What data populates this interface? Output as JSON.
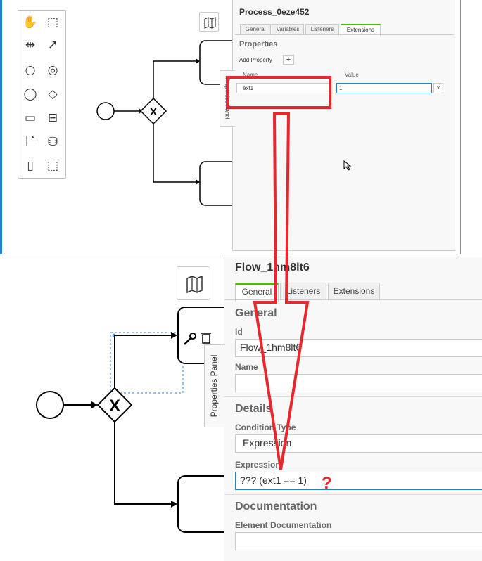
{
  "top": {
    "palette_icons": [
      "hand-tool-icon",
      "lasso-tool-icon",
      "space-tool-icon",
      "global-connect-icon",
      "start-event-icon",
      "intermediate-event-icon",
      "end-event-icon",
      "gateway-icon",
      "task-icon",
      "subprocess-icon",
      "data-object-icon",
      "data-store-icon",
      "pool-icon",
      "group-icon"
    ],
    "panel": {
      "title": "Process_0eze452",
      "tabs": [
        "General",
        "Variables",
        "Listeners",
        "Extensions"
      ],
      "active_tab": "Extensions",
      "section": "Properties",
      "add_property_label": "Add Property",
      "add_button": "+",
      "name_header": "Name",
      "value_header": "Value",
      "name_value": "ext1",
      "value_value": "1",
      "delete_button": "×",
      "side_tab_label": "Properties Panel"
    }
  },
  "bottom": {
    "panel": {
      "title": "Flow_1hm8lt6",
      "tabs": [
        "General",
        "Listeners",
        "Extensions"
      ],
      "active_tab": "General",
      "general_header": "General",
      "id_label": "Id",
      "id_value": "Flow_1hm8lt6",
      "name_label": "Name",
      "name_value": "",
      "details_header": "Details",
      "condition_type_label": "Condition Type",
      "condition_type_value": "Expression",
      "expression_label": "Expression",
      "expression_value": "??? (ext1 == 1)",
      "documentation_header": "Documentation",
      "element_documentation_label": "Element Documentation",
      "element_documentation_value": "",
      "side_tab_label": "Properties Panel"
    },
    "gateway_label": "X"
  },
  "annotation": {
    "question_mark": "?",
    "color": "#e8262e"
  },
  "colors": {
    "accent_tab": "#52b415",
    "focus_border": "#2a7fcc",
    "selection": "#5b9bd5"
  }
}
